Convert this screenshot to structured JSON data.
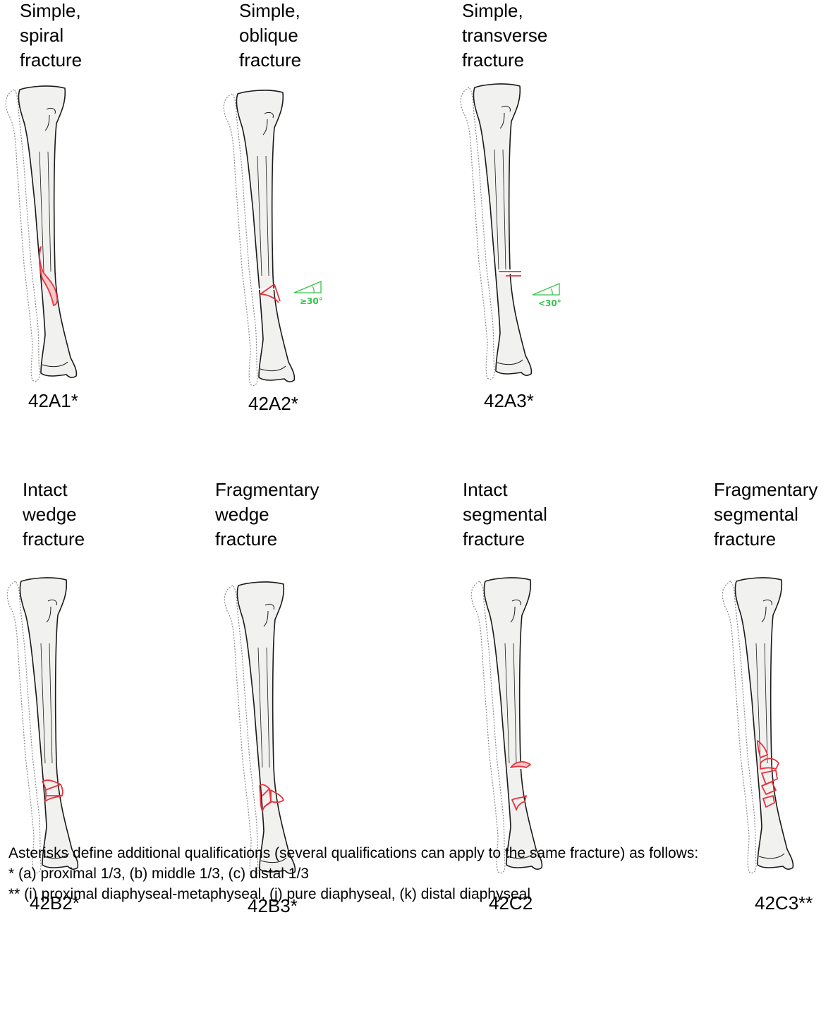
{
  "colors": {
    "bone_fill": "#f1f1f0",
    "bone_stroke": "#1a1a1a",
    "fibula_stroke": "#8a8a8a",
    "fracture": "#e8323c",
    "fragment_fill": "#f3c8c8",
    "angle_marker": "#35c24a"
  },
  "panels": [
    {
      "code": "42A1*",
      "title": [
        "Simple,",
        "spiral",
        "fracture"
      ],
      "fracture": "spiral"
    },
    {
      "code": "42A2*",
      "title": [
        "Simple,",
        "oblique",
        "fracture"
      ],
      "fracture": "oblique",
      "angle_label": "≥30°"
    },
    {
      "code": "42A3*",
      "title": [
        "Simple,",
        "transverse",
        "fracture"
      ],
      "fracture": "transverse",
      "angle_label": "<30°"
    },
    {
      "code": "42B2*",
      "title": [
        "Intact",
        "wedge",
        "fracture"
      ],
      "fracture": "intact-wedge"
    },
    {
      "code": "42B3*",
      "title": [
        "Fragmentary",
        "wedge",
        "fracture"
      ],
      "fracture": "fragmentary-wedge"
    },
    {
      "code": "42C2",
      "title": [
        "Intact",
        "segmental",
        "fracture"
      ],
      "fracture": "intact-segmental"
    },
    {
      "code": "42C3**",
      "title": [
        "Fragmentary",
        "segmental",
        "fracture"
      ],
      "fracture": "fragmentary-segmental"
    }
  ],
  "footnote": {
    "intro": "Asterisks define additional qualifications (several qualifications can apply to the same fracture) as follows:",
    "single": "* (a) proximal 1/3, (b) middle 1/3, (c) distal 1/3",
    "double": "** (i) proximal diaphyseal-metaphyseal, (j) pure diaphyseal, (k) distal diaphyseal"
  }
}
